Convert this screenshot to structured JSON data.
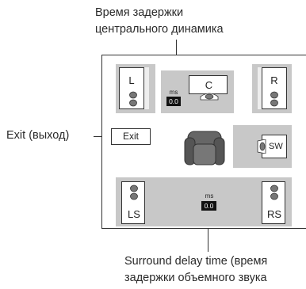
{
  "callouts": {
    "center_delay_line1": "Время задержки",
    "center_delay_line2": "центрального динамика",
    "exit": "Exit (выход)",
    "surround_line1": "Surround delay time (время",
    "surround_line2": "задержки объемного звука"
  },
  "speakers": {
    "front_left": "L",
    "center": "C",
    "front_right": "R",
    "subwoofer": "SW",
    "surround_left": "LS",
    "surround_right": "RS"
  },
  "center_delay": {
    "unit": "ms",
    "value": "0.0"
  },
  "surround_delay": {
    "unit": "ms",
    "value": "0.0"
  },
  "exit_button": {
    "label": "Exit"
  },
  "colors": {
    "panel": "#c8c8c8",
    "display": "#111111",
    "outline": "#333333"
  }
}
